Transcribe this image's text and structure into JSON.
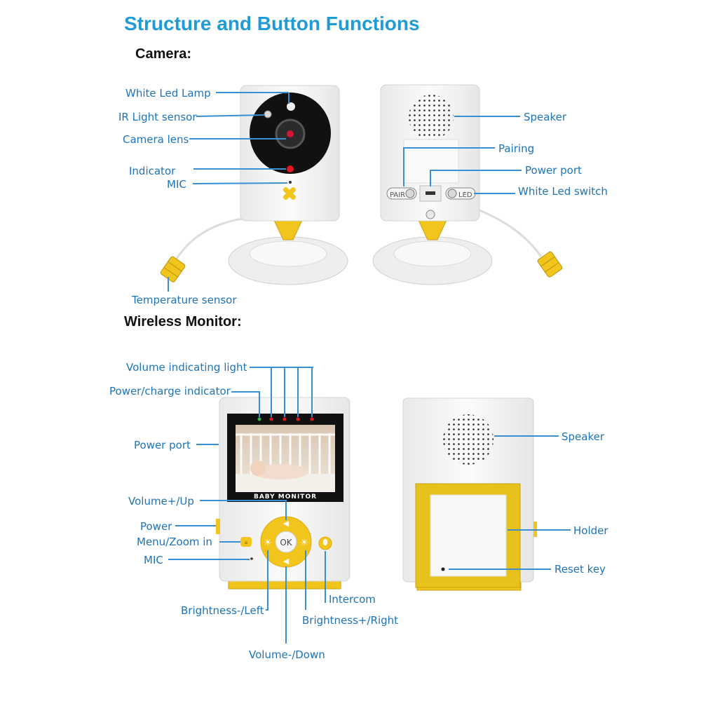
{
  "title": "Structure and Button Functions",
  "sections": {
    "camera": "Camera:",
    "monitor": "Wireless Monitor:"
  },
  "camera_labels": {
    "white_led_lamp": "White Led Lamp",
    "ir_light_sensor": "IR Light sensor",
    "camera_lens": "Camera lens",
    "indicator": "Indicator",
    "mic": "MIC",
    "temperature_sensor": "Temperature sensor",
    "speaker": "Speaker",
    "pairing": "Pairing",
    "power_port": "Power port",
    "white_led_switch": "White Led switch",
    "pair_switch": "PAIR",
    "led_switch": "LED"
  },
  "monitor_labels": {
    "volume_indicating_light": "Volume indicating light",
    "power_charge_indicator": "Power/charge indicator",
    "power_port": "Power port",
    "volume_up": "Volume+/Up",
    "power": "Power",
    "menu_zoom_in": "Menu/Zoom in",
    "mic": "MIC",
    "brightness_left": "Brightness-/Left",
    "volume_down": "Volume-/Down",
    "brightness_right": "Brightness+/Right",
    "intercom": "Intercom",
    "speaker": "Speaker",
    "holder": "Holder",
    "reset_key": "Reset key",
    "ok_button": "OK",
    "screen_caption": "BABY MONITOR"
  },
  "colors": {
    "accent": "#1f9bd7",
    "label": "#1e73b8",
    "leader": "#3b8fd0",
    "yellow": "#f2c51c",
    "gold": "#d9b20c"
  }
}
